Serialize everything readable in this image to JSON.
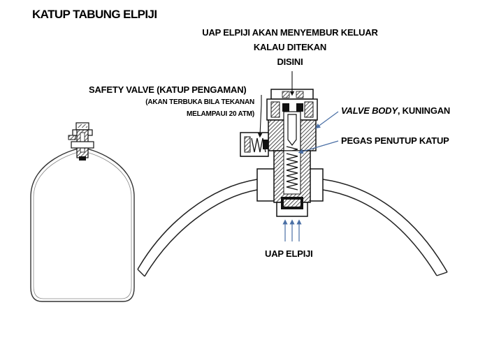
{
  "title": "KATUP TABUNG ELPIJI",
  "labels": {
    "top_note": [
      "UAP ELPIJI AKAN MENYEMBUR KELUAR",
      "KALAU DITEKAN",
      "DISINI"
    ],
    "safety_valve": "SAFETY VALVE (KATUP PENGAMAN)",
    "safety_sub": [
      "(AKAN TERBUKA BILA TEKANAN",
      "MELAMPAUI 20 ATM)"
    ],
    "valve_body_italic": "VALVE BODY",
    "valve_body_rest": ", KUNINGAN",
    "pegas": "PEGAS PENUTUP KATUP",
    "uap": "UAP ELPIJI"
  },
  "colors": {
    "arrow_blue": "#4a6fa5",
    "line": "#111111"
  }
}
